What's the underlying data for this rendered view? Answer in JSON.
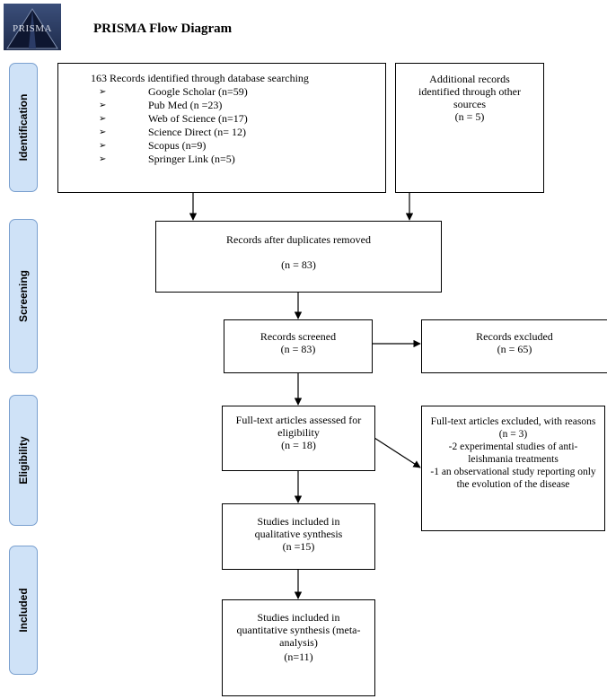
{
  "logo": {
    "text": "PRISMA"
  },
  "title": "PRISMA Flow Diagram",
  "phases": {
    "identification": "Identification",
    "screening": "Screening",
    "eligibility": "Eligibility",
    "included": "Included"
  },
  "identified": {
    "heading": "163 Records identified through database searching",
    "databases": [
      "Google Scholar (n=59)",
      "Pub Med (n =23)",
      "Web of Science (n=17)",
      "Science Direct (n= 12)",
      "Scopus (n=9)",
      "Springer Link (n=5)"
    ]
  },
  "additional": {
    "text": "Additional records identified through other sources",
    "count": "(n = 5)"
  },
  "duplicates": {
    "text": "Records after duplicates removed",
    "count": "(n = 83)"
  },
  "screened": {
    "text": "Records screened",
    "count": "(n = 83)"
  },
  "excluded": {
    "text": "Records excluded",
    "count": "(n = 65)"
  },
  "fulltext": {
    "text": "Full-text articles assessed for eligibility",
    "count": "(n = 18)"
  },
  "fulltext_excluded": {
    "text": "Full-text articles excluded, with reasons",
    "count": "(n = 3)",
    "reasons": [
      "-2 experimental studies of anti-leishmania treatments",
      "-1 an observational study reporting only the evolution of the disease"
    ]
  },
  "qualitative": {
    "text": "Studies included in qualitative synthesis",
    "count": "(n =15)"
  },
  "quantitative": {
    "text": "Studies included in quantitative synthesis (meta-analysis)",
    "count": "(n=11)"
  }
}
